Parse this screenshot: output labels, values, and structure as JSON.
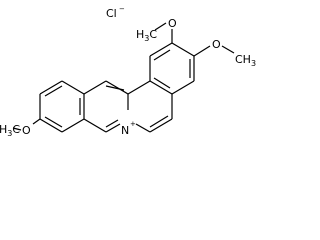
{
  "molecule": {
    "counterion": {
      "symbol": "Cl",
      "charge": "−"
    },
    "methoxy_top": {
      "oxygen": "O",
      "methyl": "H3C",
      "methyl_prefix": "H",
      "methyl_subscript": "3",
      "methyl_suffix": "C"
    },
    "methoxy_right": {
      "oxygen": "O",
      "methyl": "CH3",
      "methyl_prefix": "CH",
      "methyl_subscript": "3"
    },
    "methoxy_left": {
      "oxygen": "O",
      "methyl": "H3C",
      "methyl_prefix": "H",
      "methyl_subscript": "3",
      "methyl_suffix": "C"
    },
    "nitrogen": {
      "symbol": "N",
      "charge": "+"
    }
  }
}
